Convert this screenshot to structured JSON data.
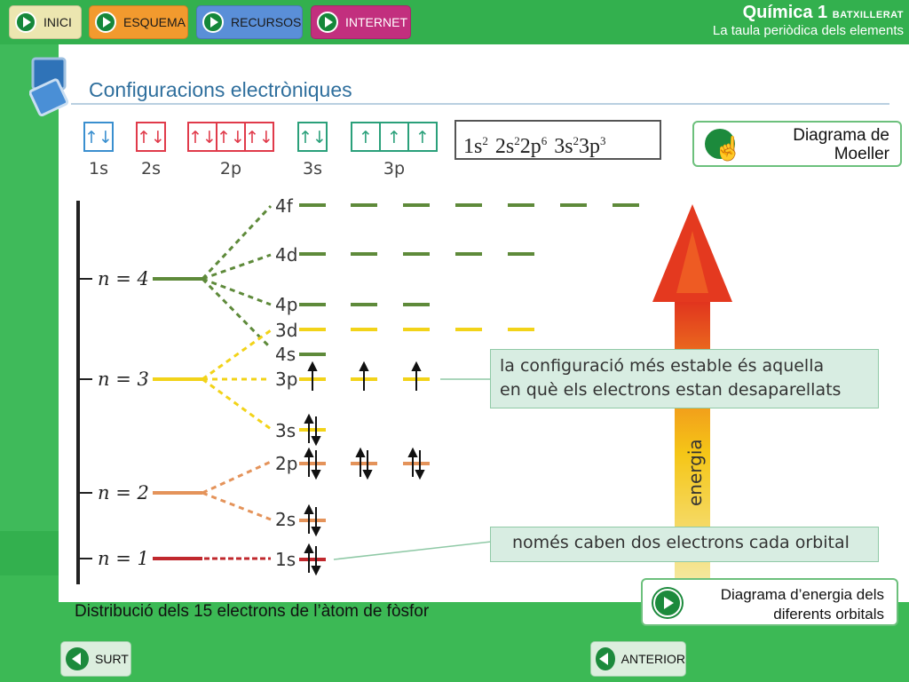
{
  "nav": {
    "items": [
      {
        "label": "INICI",
        "color": "#ece6b0"
      },
      {
        "label": "ESQUEMA",
        "color": "#f29a2e"
      },
      {
        "label": "RECURSOS",
        "color": "#5a8fd8"
      },
      {
        "label": "INTERNET",
        "color": "#c22f7e"
      }
    ]
  },
  "brand": {
    "title": "Química 1",
    "subtitle_small": "BATXILLERAT",
    "subtitle": "La taula periòdica dels elements"
  },
  "page": {
    "title": "Configuracions electròniques",
    "caption": "Distribució dels 15 electrons de l’àtom de fòsfor"
  },
  "config": {
    "terms": [
      {
        "base": "1s",
        "sup": "2"
      },
      {
        "base": "2s",
        "sup": "2"
      },
      {
        "base": "2p",
        "sup": "6"
      },
      {
        "base": "3s",
        "sup": "2"
      },
      {
        "base": "3p",
        "sup": "3"
      }
    ]
  },
  "orbital_boxes": {
    "labels": [
      "1s",
      "2s",
      "2p",
      "3s",
      "3p"
    ],
    "cells": [
      "↑↓",
      "↑↓",
      "↑↓",
      "↑↓",
      "↑↓",
      "↑↓",
      "↑",
      "↑",
      "↑"
    ]
  },
  "buttons": {
    "moeller_line1": "Diagrama de",
    "moeller_line2": "Moeller",
    "energy_line1": "Diagrama d’energia dels",
    "energy_line2": "diferents orbitals",
    "exit": "SURT",
    "previous": "ANTERIOR"
  },
  "diagram": {
    "shells": [
      {
        "label": "n = 1"
      },
      {
        "label": "n = 2"
      },
      {
        "label": "n = 3"
      },
      {
        "label": "n = 4"
      }
    ],
    "sublevels": [
      "1s",
      "2s",
      "2p",
      "3s",
      "3p",
      "4s",
      "3d",
      "4p",
      "4d",
      "4f"
    ],
    "energy_label": "energia",
    "colors": {
      "n1": "#c0282d",
      "n2": "#e4935a",
      "n3": "#f2d319",
      "n4": "#5e8a3a"
    }
  },
  "notes": {
    "note1_line1": "la configuració més estable és aquella",
    "note1_line2": "en què els electrons estan desaparellats",
    "note2": "només caben dos electrons cada orbital"
  }
}
